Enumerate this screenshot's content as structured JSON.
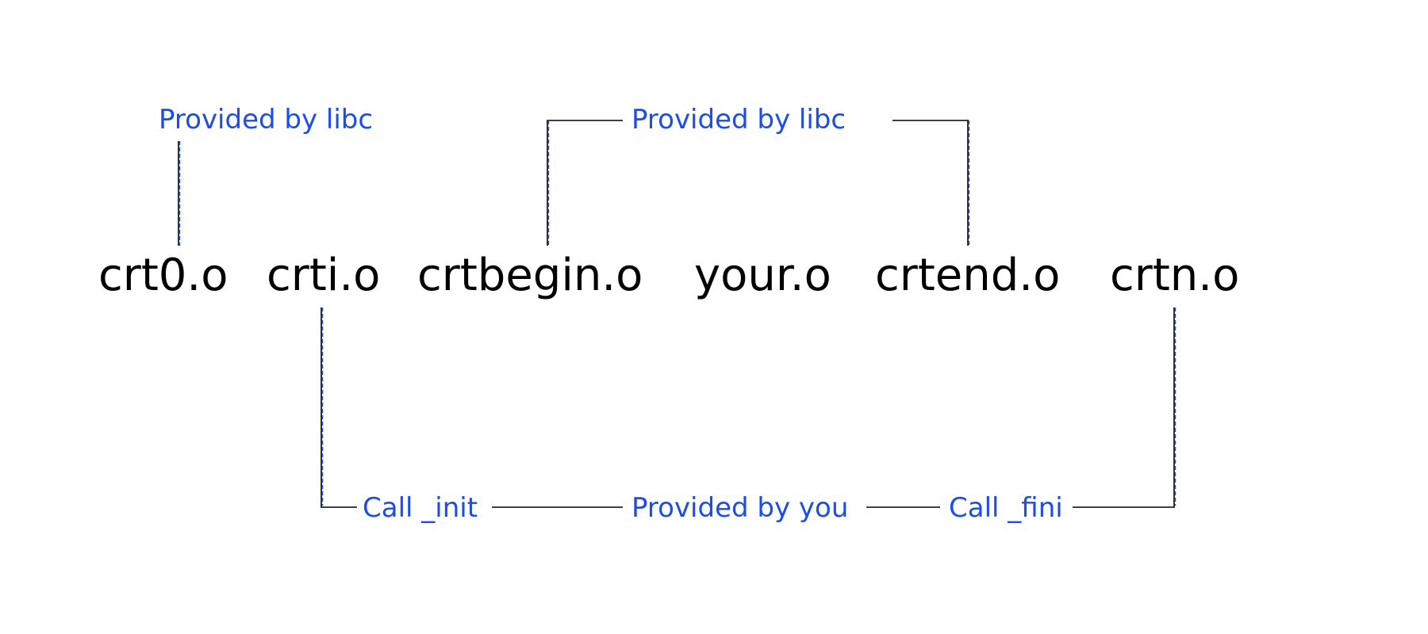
{
  "colors": {
    "file_text": "#000000",
    "annotation_text": "#1a4cf0",
    "line": "#000000",
    "line_accent": "#1a4cf0"
  },
  "files": {
    "crt0": "crt0.o",
    "crti": "crti.o",
    "crtbegin": "crtbegin.o",
    "your": "your.o",
    "crtend": "crtend.o",
    "crtn": "crtn.o"
  },
  "annotations": {
    "libc_crt0": "Provided by libc",
    "libc_crtbegin_crtend": "Provided by libc",
    "call_init": "Call _init",
    "provided_by_you": "Provided by you",
    "call_fini": "Call _fini"
  }
}
